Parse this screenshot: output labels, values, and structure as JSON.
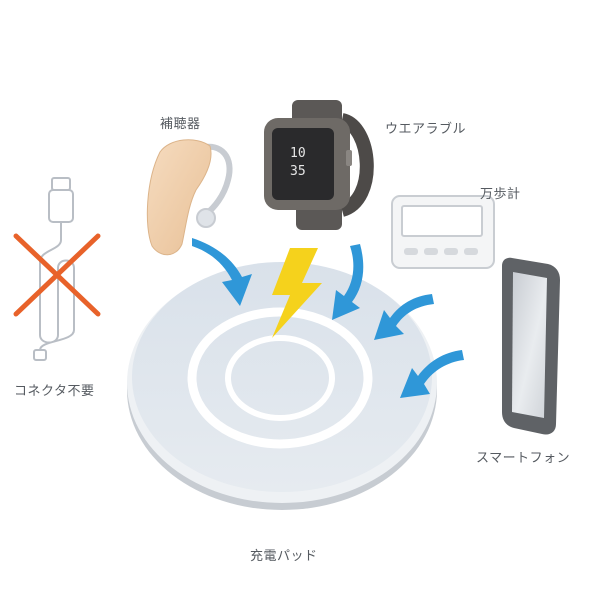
{
  "labels": {
    "hearing_aid": "補聴器",
    "wearable": "ウエアラブル",
    "pedometer": "万歩計",
    "no_connector": "コネクタ不要",
    "smartphone": "スマートフォン",
    "charging_pad": "充電パッド"
  },
  "watch": {
    "time_hour": "10",
    "time_minute": "35"
  },
  "colors": {
    "pad_top": "#dde4ec",
    "pad_ring": "#ffffff",
    "pad_edge": "#c9ced4",
    "arrow": "#2f97d8",
    "bolt": "#f5d21c",
    "cross": "#e8622a",
    "hearing_aid_body": "#f1d3b1",
    "watch_body": "#6e6a66",
    "phone_body": "#5f6266"
  },
  "icons": [
    "cable-connector-icon",
    "cross-mark-icon",
    "hearing-aid-icon",
    "smartwatch-icon",
    "pedometer-icon",
    "smartphone-icon",
    "lightning-bolt-icon",
    "charging-arrow-icon"
  ]
}
